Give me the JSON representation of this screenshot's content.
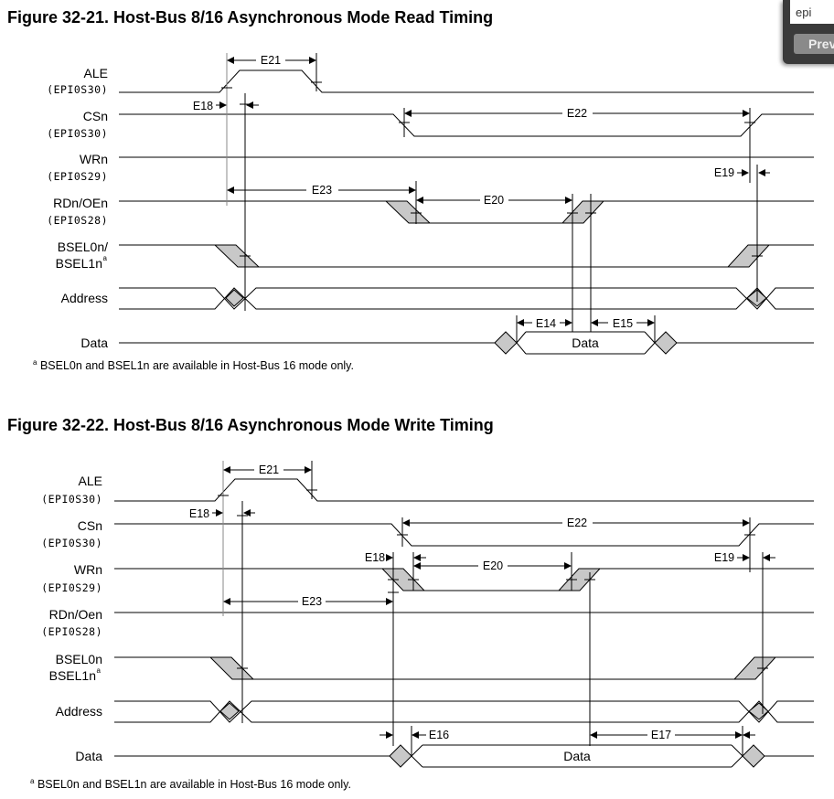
{
  "search": {
    "value": "epi",
    "preview_label": "Prev"
  },
  "figures": [
    {
      "title": "Figure 32-21. Host-Bus 8/16 Asynchronous Mode Read Timing",
      "signals": [
        {
          "name": "ALE",
          "pin": "(EPI0S30)"
        },
        {
          "name": "CSn",
          "pin": "(EPI0S30)"
        },
        {
          "name": "WRn",
          "pin": "(EPI0S29)"
        },
        {
          "name": "RDn/OEn",
          "pin": "(EPI0S28)"
        },
        {
          "name": "BSEL0n/",
          "name2": "BSEL1n",
          "sup": "a"
        },
        {
          "name": "Address"
        },
        {
          "name": "Data"
        }
      ],
      "timings": [
        "E21",
        "E18",
        "E22",
        "E19",
        "E23",
        "E20",
        "E14",
        "E15"
      ],
      "data_label": "Data",
      "note_mark": "a",
      "note": "BSEL0n and BSEL1n are available in Host-Bus 16 mode only."
    },
    {
      "title": "Figure 32-22. Host-Bus 8/16 Asynchronous Mode Write Timing",
      "signals": [
        {
          "name": "ALE",
          "pin": "(EPI0S30)"
        },
        {
          "name": "CSn",
          "pin": "(EPI0S30)"
        },
        {
          "name": "WRn",
          "pin": "(EPI0S29)"
        },
        {
          "name": "RDn/Oen",
          "pin": "(EPI0S28)"
        },
        {
          "name": "BSEL0n",
          "name2": "BSEL1n",
          "sup": "a"
        },
        {
          "name": "Address"
        },
        {
          "name": "Data"
        }
      ],
      "timings": [
        "E21",
        "E18",
        "E22",
        "E18",
        "E20",
        "E19",
        "E23",
        "E16",
        "E17"
      ],
      "data_label": "Data",
      "note_mark": "a",
      "note": "BSEL0n and BSEL1n are available in Host-Bus 16 mode only."
    }
  ]
}
